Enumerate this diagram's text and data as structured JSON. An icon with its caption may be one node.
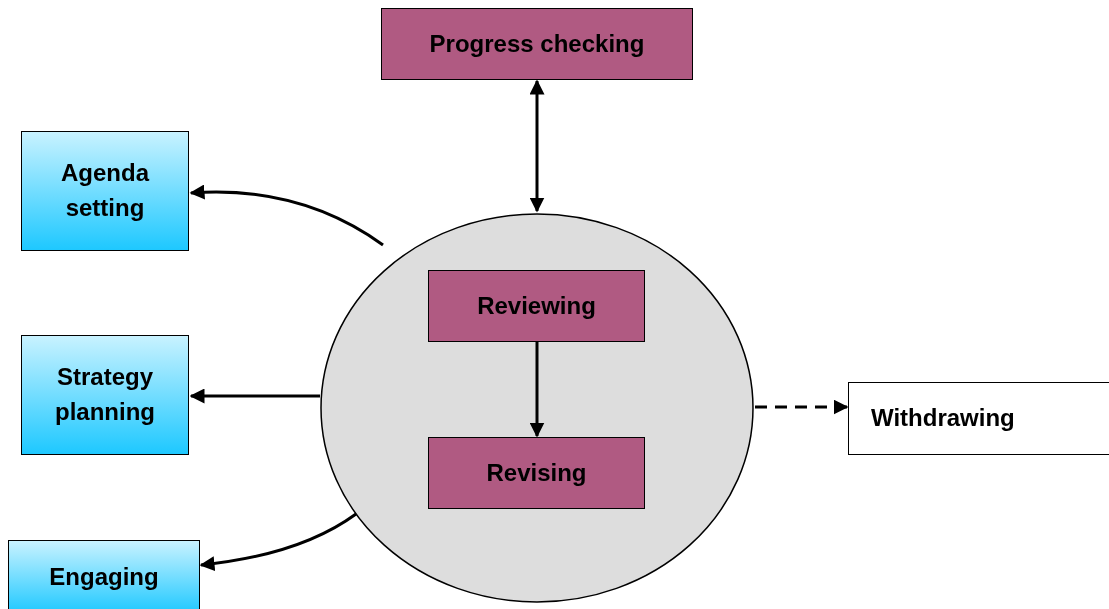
{
  "diagram": {
    "nodes": [
      {
        "text": [
          "Progress checking"
        ]
      },
      {
        "text": [
          "Agenda setting"
        ]
      },
      {
        "text": [
          "Strategy planning"
        ]
      },
      {
        "text": [],
        "shape": "circle"
      },
      {
        "text": [
          "Reviewing"
        ],
        "in": 3
      },
      {
        "text": [
          "Revising"
        ],
        "in": 3
      },
      {
        "text": [
          "Withdrawing"
        ]
      },
      {
        "text": [
          "Engaging"
        ]
      }
    ],
    "edges": [
      {
        "from": 0,
        "to": 3,
        "arrow": "both"
      },
      {
        "from": 3,
        "to": 1,
        "arrow": "to"
      },
      {
        "from": 3,
        "to": 2,
        "arrow": "to"
      },
      {
        "from": 3,
        "to": 7,
        "arrow": "to"
      },
      {
        "from": 4,
        "to": 5,
        "arrow": "to"
      },
      {
        "from": 3,
        "to": 6,
        "arrow": "to",
        "style": "dashed"
      }
    ]
  }
}
